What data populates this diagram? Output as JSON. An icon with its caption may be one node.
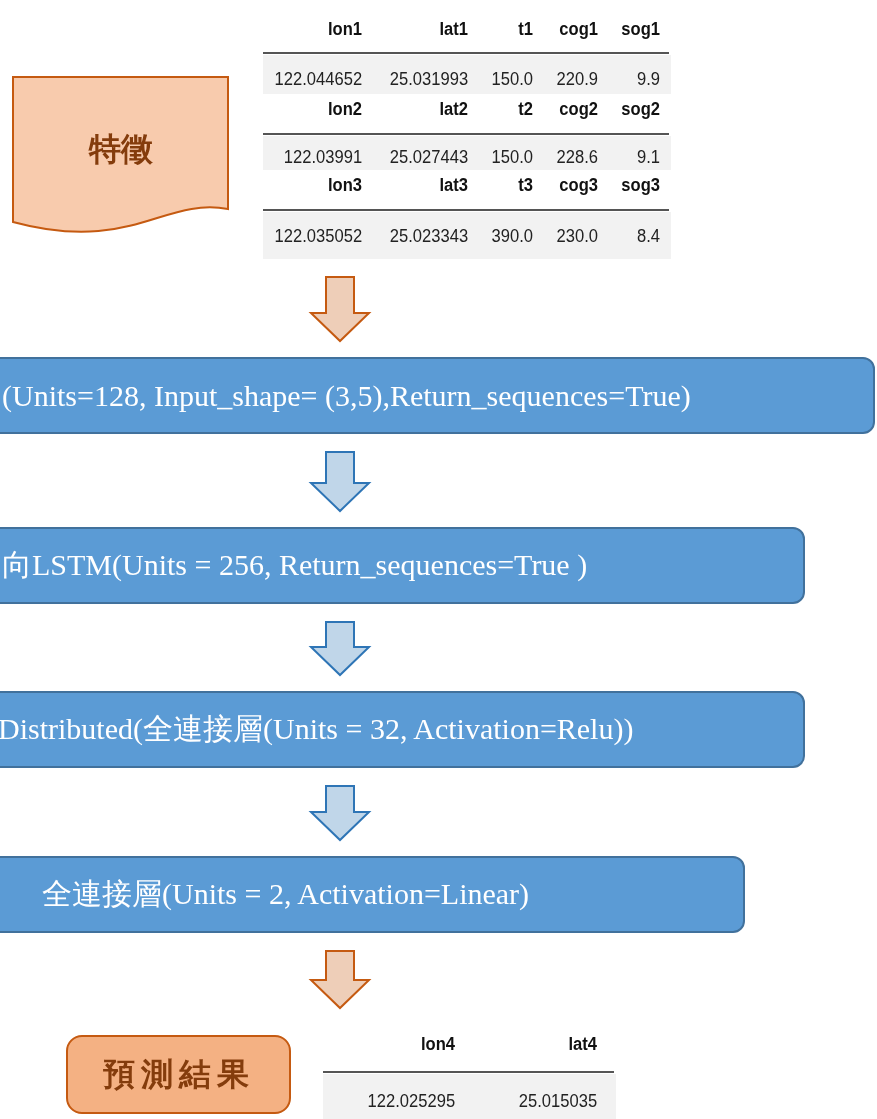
{
  "diagram": {
    "nodes": [
      {
        "text": [
          "特徵"
        ]
      },
      {
        "text": [
          "lon1",
          "lat1",
          "t1",
          "cog1",
          "sog1",
          "122.044652",
          "25.031993",
          "150.0",
          "220.9",
          "9.9",
          "lon2",
          "lat2",
          "t2",
          "cog2",
          "sog2",
          "122.03991",
          "25.027443",
          "150.0",
          "228.6",
          "9.1",
          "lon3",
          "lat3",
          "t3",
          "cog3",
          "sog3",
          "122.035052",
          "25.023343",
          "390.0",
          "230.0",
          "8.4"
        ]
      },
      {
        "text": [
          "(Units=128, Input_shape=  (3,5),Return_sequences=True)"
        ]
      },
      {
        "text": [
          "向LSTM(Units = 256, Return_sequences=True  )"
        ]
      },
      {
        "text": [
          "Distributed(全連接層(Units  = 32, Activation=Relu))"
        ]
      },
      {
        "text": [
          "全連接層(Units = 2, Activation=Linear)"
        ]
      },
      {
        "text": [
          "預測結果"
        ]
      },
      {
        "text": [
          "lon4",
          "lat4",
          "122.025295",
          "25.015035"
        ]
      }
    ],
    "edges": [
      {
        "from": 1,
        "to": 2,
        "arrow": "to",
        "color": "#c55a11"
      },
      {
        "from": 2,
        "to": 3,
        "arrow": "to"
      },
      {
        "from": 3,
        "to": 4,
        "arrow": "to"
      },
      {
        "from": 4,
        "to": 5,
        "arrow": "to"
      },
      {
        "from": 5,
        "to": 7,
        "arrow": "to",
        "color": "#c55a11"
      }
    ]
  }
}
